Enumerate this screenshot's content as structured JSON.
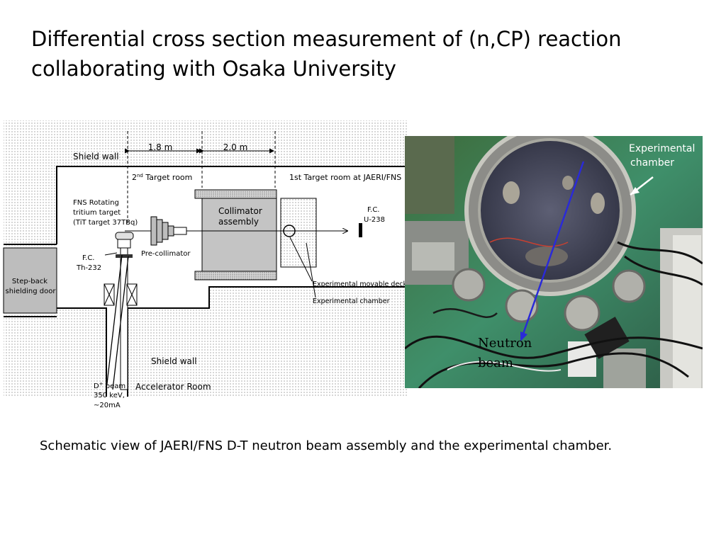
{
  "slide": {
    "title_line1": "Differential cross section measurement of (n,CP) reaction",
    "title_line2": "collaborating with Osaka University",
    "caption": "Schematic view of JAERI/FNS D-T neutron beam assembly and the experimental chamber."
  },
  "schematic": {
    "dim_left": "1.8 m",
    "dim_right": "2.0 m",
    "shield_wall_top": "Shield wall",
    "second_room_num": "2",
    "second_room_sup": "nd",
    "second_room_rest": " Target room",
    "first_room": "1st Target room at JAERI/FNS",
    "fns_line1": "FNS Rotating",
    "fns_line2": "tritium target",
    "fns_line3": "(TiT target 37TBq)",
    "collimator_line1": "Collimator",
    "collimator_line2": "assembly",
    "fc_u_line1": "F.C.",
    "fc_u_line2": "U-238",
    "pre_collimator": "Pre-collimator",
    "fc_th_line1": "F.C.",
    "fc_th_line2": "Th-232",
    "step_back_line1": "Step-back",
    "step_back_line2": "shielding door",
    "movable_deck": "Experimental movable deck",
    "exp_chamber": "Experimental chamber",
    "shield_wall_bottom": "Shield wall",
    "accel_room": "Accelerator Room",
    "dbeam_d": "D",
    "dbeam_sup": "+",
    "dbeam_rest": " beam",
    "dbeam_line2": "350 keV,",
    "dbeam_line3": "~20mA"
  },
  "photo": {
    "label_line1": "Experimental",
    "label_line2": "chamber",
    "neutron_line1": "Neutron",
    "neutron_line2": "beam",
    "beam_arrow_color": "#2a2ad8"
  }
}
